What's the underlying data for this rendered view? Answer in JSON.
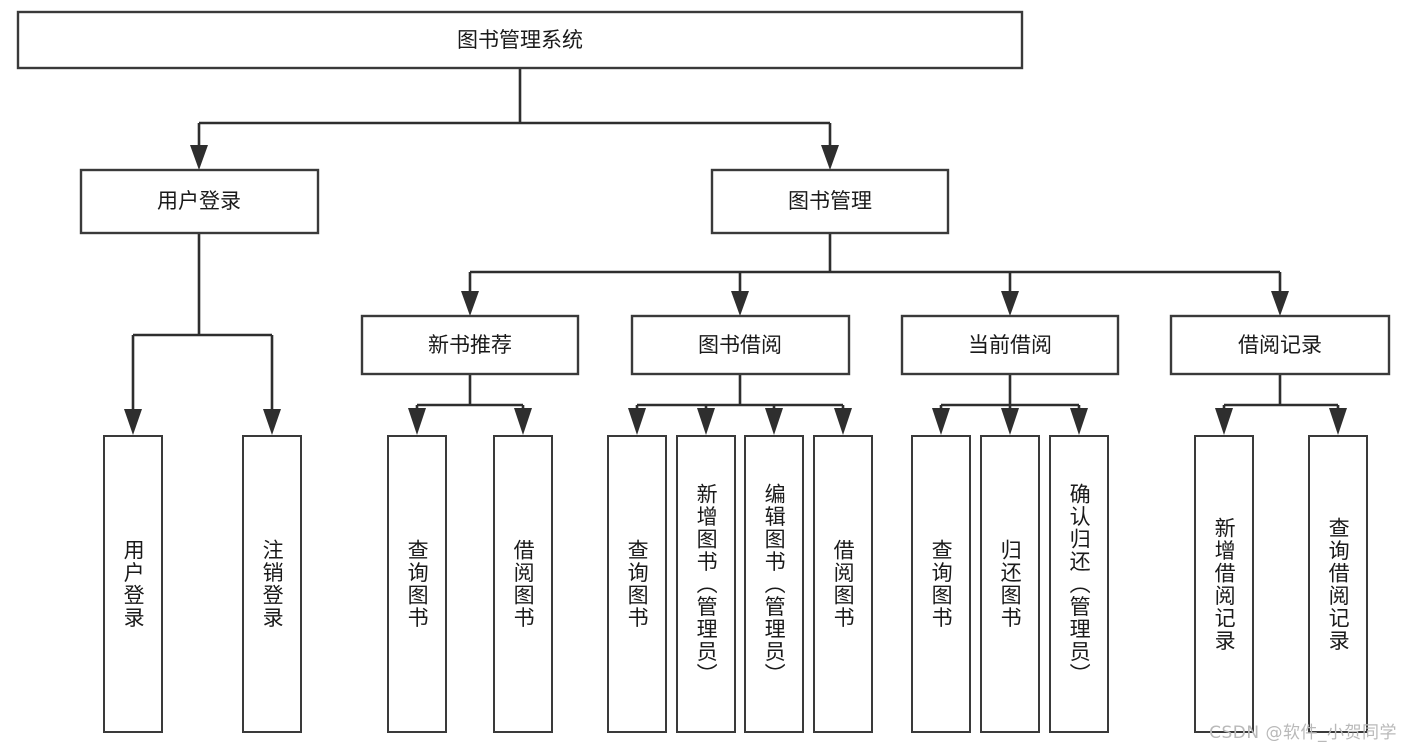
{
  "diagram": {
    "type": "tree-hierarchy",
    "title": "图书管理系统",
    "watermark": "CSDN @软件_小贺同学",
    "colors": {
      "box_stroke": "#3a3a3a",
      "box_fill": "#ffffff",
      "connector": "#2e2e2e",
      "text": "#1a1a1a",
      "watermark": "#b9b9b9",
      "background": "#ffffff"
    },
    "root": {
      "label": "图书管理系统"
    },
    "level2": [
      {
        "label": "用户登录"
      },
      {
        "label": "图书管理"
      }
    ],
    "level3": [
      {
        "label": "新书推荐"
      },
      {
        "label": "图书借阅"
      },
      {
        "label": "当前借阅"
      },
      {
        "label": "借阅记录"
      }
    ],
    "leaves": {
      "user_login": [
        {
          "label": "用户登录"
        },
        {
          "label": "注销登录"
        }
      ],
      "new_book_recommend": [
        {
          "label": "查询图书"
        },
        {
          "label": "借阅图书"
        }
      ],
      "book_borrow": [
        {
          "label": "查询图书"
        },
        {
          "label": "新增图书（管理员）"
        },
        {
          "label": "编辑图书（管理员）"
        },
        {
          "label": "借阅图书"
        }
      ],
      "current_borrow": [
        {
          "label": "查询图书"
        },
        {
          "label": "归还图书"
        },
        {
          "label": "确认归还（管理员）"
        }
      ],
      "borrow_record": [
        {
          "label": "新增借阅记录"
        },
        {
          "label": "查询借阅记录"
        }
      ]
    }
  }
}
